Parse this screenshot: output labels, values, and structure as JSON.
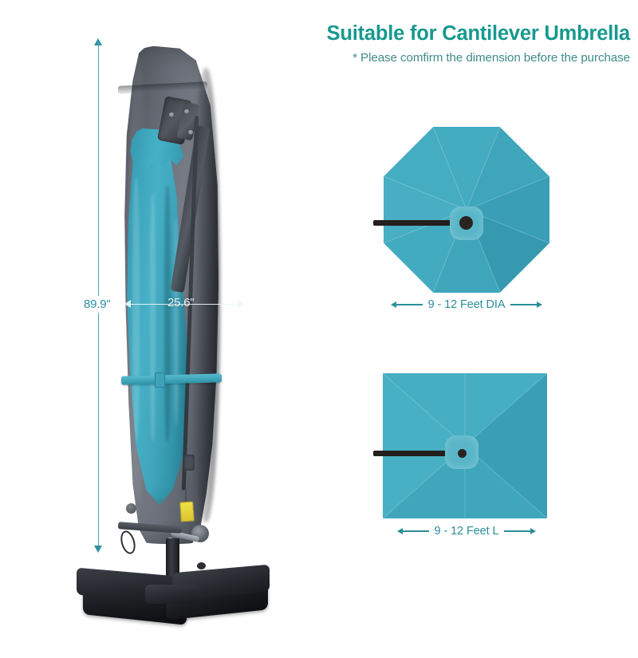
{
  "header": {
    "title": "Suitable for Cantilever Umbrella",
    "subtitle": "* Please comfirm the dimension before the purchase",
    "title_color": "#17998f",
    "subtitle_color": "#3f8c89"
  },
  "product_photo": {
    "alt_name": "cantilever-umbrella-with-protective-cover",
    "cover_color": "#6a6f79",
    "canopy_color": "#3fa7bd",
    "base_color": "#1a1c20",
    "accent_warning_color": "#efe14a"
  },
  "dimensions": {
    "height": {
      "value": "89.9\"",
      "orientation": "vertical",
      "color": "#2b8fa3"
    },
    "width": {
      "value": "25.6\"",
      "orientation": "horizontal",
      "color": "#ecf6f8"
    }
  },
  "canopies": [
    {
      "id": "round",
      "shape": "octagon",
      "panels": 8,
      "color": "#3fa7bd",
      "hub_color": "#59b6c8",
      "arm_color": "#241f1d",
      "label": "9 - 12 Feet DIA",
      "label_color": "#2c8e9a"
    },
    {
      "id": "square",
      "shape": "square",
      "panels": 4,
      "color": "#3fa7bd",
      "hub_color": "#59b6c8",
      "arm_color": "#241f1d",
      "label": "9 - 12 Feet L",
      "label_color": "#2c8e9a"
    }
  ],
  "background_color": "#ffffff"
}
